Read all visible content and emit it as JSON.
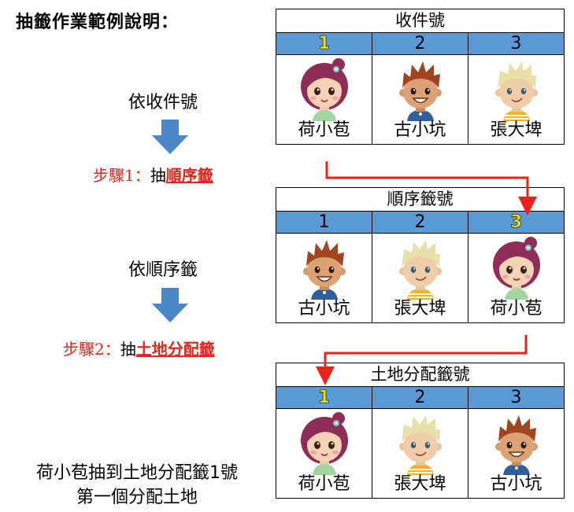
{
  "title": "抽籤作業範例說明：",
  "left": {
    "label1": "依收件號",
    "step1_prefix": "步驟1：",
    "step1_grab": "抽",
    "step1_highlight": "順序籤",
    "label2": "依順序籤",
    "step2_prefix": "步驟2：",
    "step2_grab": "抽",
    "step2_highlight": "土地分配籤",
    "result_line1": "荷小苞抽到土地分配籤1號",
    "result_line2": "第一個分配土地"
  },
  "tables": [
    {
      "header": "收件號",
      "columns": [
        {
          "number": "1",
          "name": "荷小苞",
          "character": "girl-pink-hair",
          "highlight": true
        },
        {
          "number": "2",
          "name": "古小坑",
          "character": "boy-brown-hair",
          "highlight": false
        },
        {
          "number": "3",
          "name": "張大埤",
          "character": "boy-blond-hair",
          "highlight": false
        }
      ]
    },
    {
      "header": "順序籤號",
      "columns": [
        {
          "number": "1",
          "name": "古小坑",
          "character": "boy-brown-hair",
          "highlight": false
        },
        {
          "number": "2",
          "name": "張大埤",
          "character": "boy-blond-hair",
          "highlight": false
        },
        {
          "number": "3",
          "name": "荷小苞",
          "character": "girl-pink-hair",
          "highlight": true
        }
      ]
    },
    {
      "header": "土地分配籤號",
      "columns": [
        {
          "number": "1",
          "name": "荷小苞",
          "character": "girl-pink-hair",
          "highlight": true
        },
        {
          "number": "2",
          "name": "張大埤",
          "character": "boy-blond-hair",
          "highlight": false
        },
        {
          "number": "3",
          "name": "古小坑",
          "character": "boy-brown-hair",
          "highlight": false
        }
      ]
    }
  ],
  "colors": {
    "header_blue": "#5b9bd5",
    "highlight_yellow": "#ffe600",
    "step_red": "#e8231b",
    "arrow_blue": "#4a86c8"
  }
}
